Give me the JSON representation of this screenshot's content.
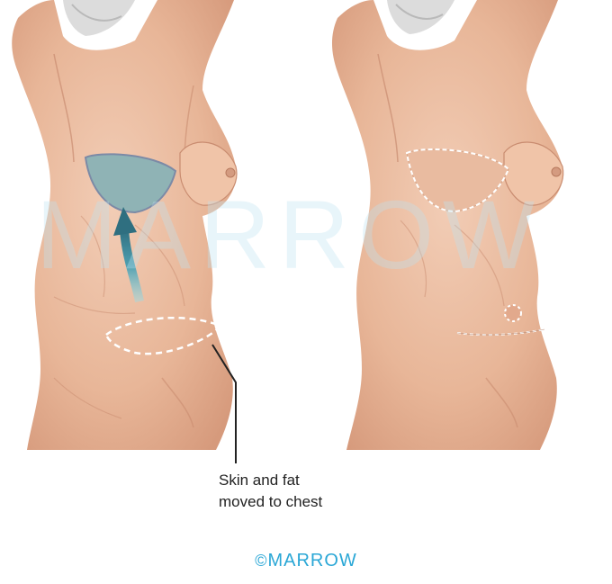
{
  "callout": {
    "line1": "Skin and fat",
    "line2": "moved to chest"
  },
  "branding": {
    "watermark": "MARROW",
    "logo_symbol": "©",
    "logo_text": "MARROW"
  },
  "colors": {
    "skin": "#e7b699",
    "skin_shade": "#d59a7d",
    "skin_light": "#f3d3bf",
    "flap": "#8fb3b5",
    "arrow": "#2f6f80",
    "arrow_tail": "#7fc8d3",
    "brand": "#2aa7d6"
  }
}
